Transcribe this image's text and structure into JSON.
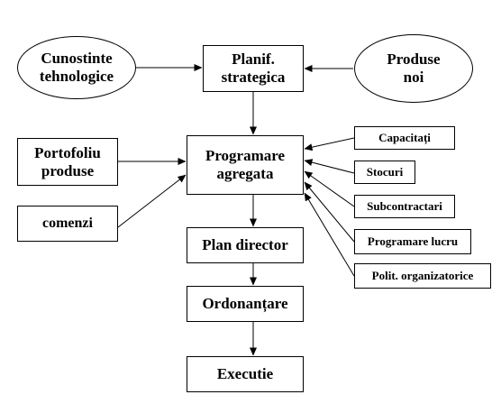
{
  "nodes": {
    "cunostinte_tehnologice": "Cunostinte\ntehnologice",
    "planif_strategica": "Planif.\nstrategica",
    "produse_noi": "Produse\nnoi",
    "portofoliu_produse": "Portofoliu\nproduse",
    "comenzi": "comenzi",
    "programare_agregata": "Programare\nagregata",
    "capacitati": "Capacitați",
    "stocuri": "Stocuri",
    "subcontractari": "Subcontractari",
    "programare_lucru": "Programare lucru",
    "polit_organizatorice": "Polit. organizatorice",
    "plan_director": "Plan director",
    "ordonantare": "Ordonanțare",
    "executie": "Executie"
  },
  "colors": {
    "line": "#000000",
    "fill": "#ffffff",
    "text": "#000000"
  }
}
